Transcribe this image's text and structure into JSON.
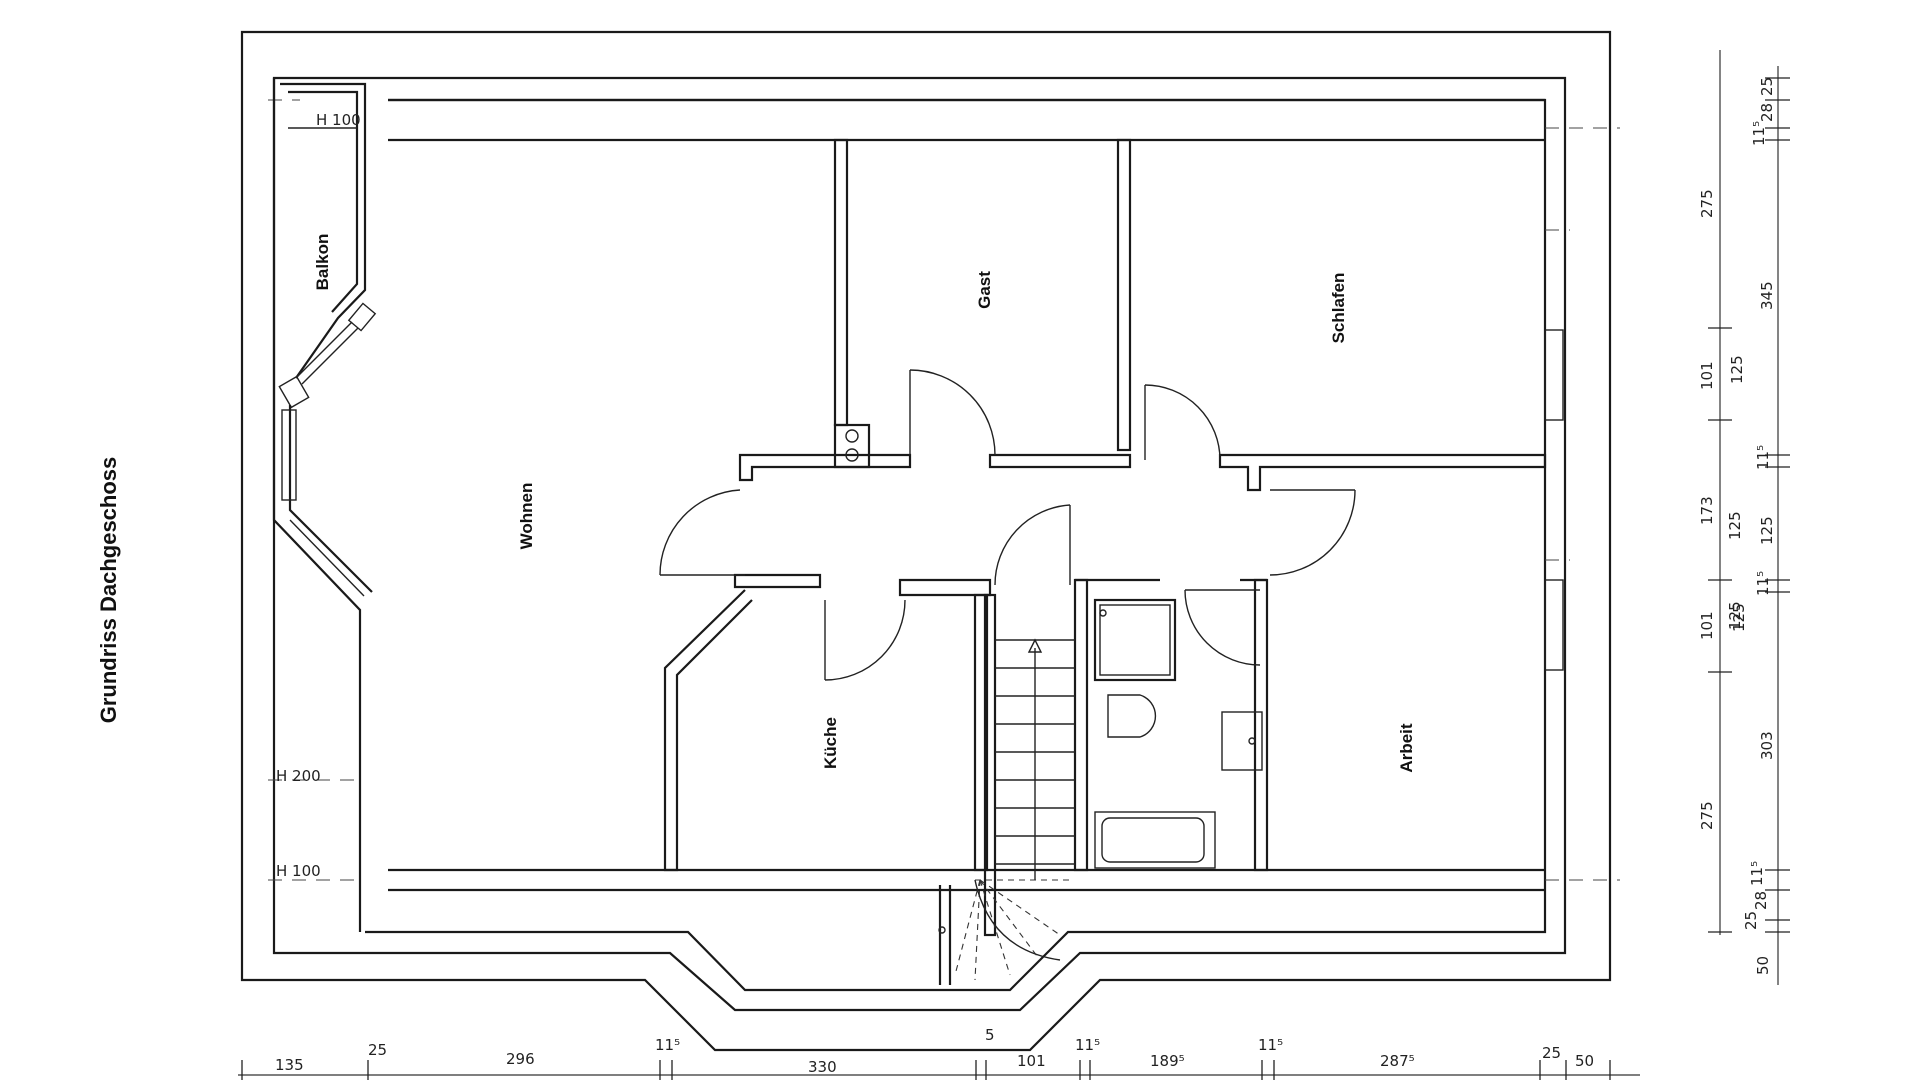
{
  "title": "Grundriss Dachgeschoss",
  "rooms": {
    "balkon": "Balkon",
    "wohnen": "Wohnen",
    "gast": "Gast",
    "schlafen": "Schlafen",
    "kueche": "Küche",
    "arbeit": "Arbeit"
  },
  "height_marks": {
    "balkon_h": "H 100",
    "left_h200": "H 200",
    "left_h100": "H 100"
  },
  "bottom_dimensions": [
    "135",
    "25",
    "296",
    "11⁵",
    "330",
    "5",
    "101",
    "11⁵",
    "189⁵",
    "11⁵",
    "287⁵",
    "25",
    "50"
  ],
  "right_dimensions_outer": [
    "25",
    "28",
    "11⁵",
    "345",
    "11⁵",
    "125",
    "11⁵",
    "125",
    "303",
    "11⁵",
    "28",
    "25",
    "50"
  ],
  "right_dimensions_inner": [
    "275",
    "101",
    "125",
    "173",
    "125",
    "101",
    "125",
    "275"
  ]
}
